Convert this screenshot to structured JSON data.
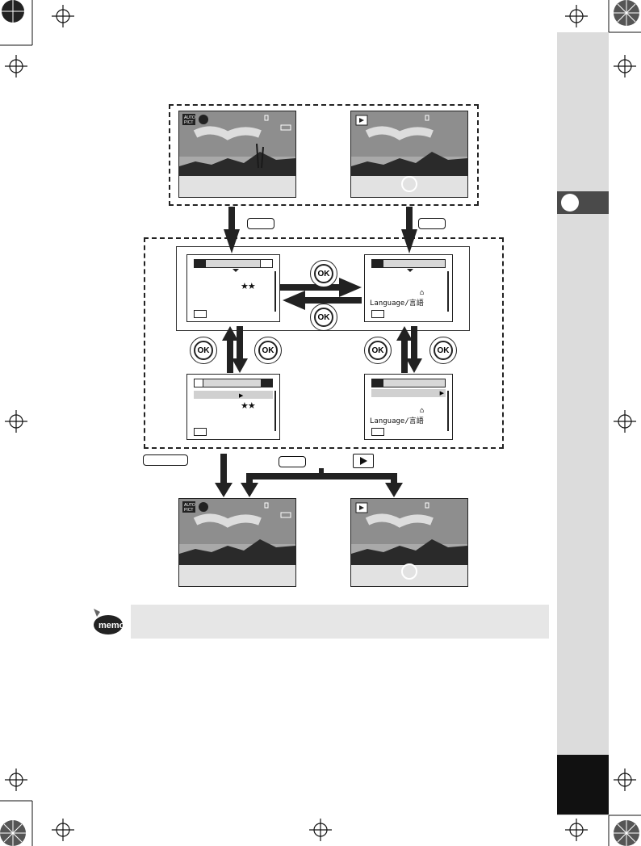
{
  "menu_screens": {
    "language_label": "Language/言語",
    "rating_stars": "★★"
  },
  "buttons": {
    "ok_label": "OK"
  },
  "icons": {
    "auto_picture_badge": "AUTO PICT",
    "playback_icon": "play-triangle-icon",
    "memo_icon": "memo-pencil-icon"
  }
}
